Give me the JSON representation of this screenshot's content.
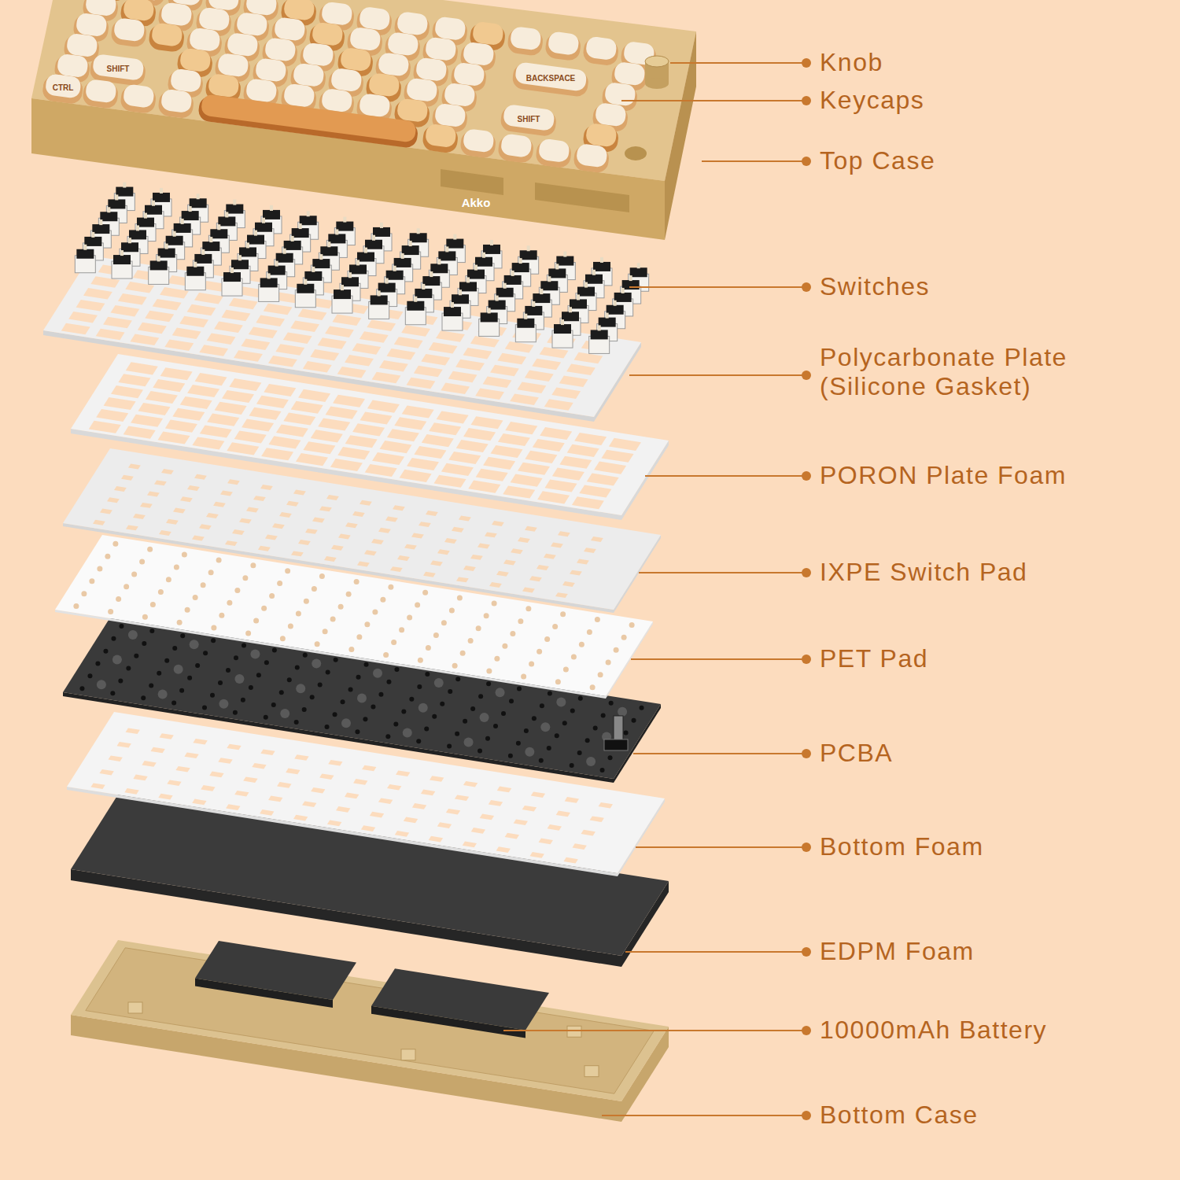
{
  "diagram": {
    "labels": [
      "CTRL",
      "SHIFT",
      "SHIFT",
      "BACKSPACE",
      "Akko",
      "Knob",
      "Keycaps",
      "Top Case",
      "Switches",
      "Polycarbonate Plate (Silicone Gasket)",
      "PORON Plate Foam",
      "IXPE Switch Pad",
      "PET Pad",
      "PCBA",
      "Bottom Foam",
      "EDPM Foam",
      "10000mAh Battery",
      "Bottom Case"
    ]
  }
}
